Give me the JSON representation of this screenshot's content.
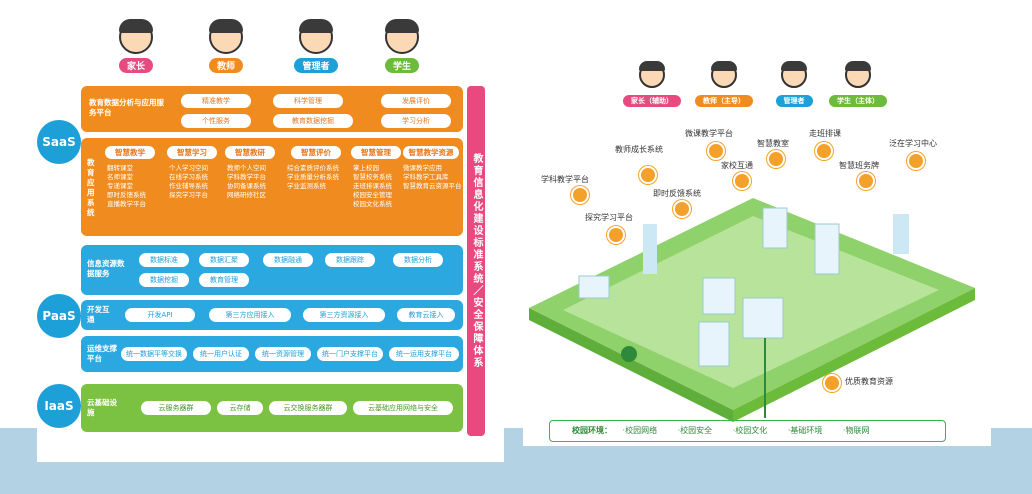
{
  "left": {
    "users": [
      {
        "label": "家长",
        "color": "#e84a7f"
      },
      {
        "label": "教师",
        "color": "#f08c1f"
      },
      {
        "label": "管理者",
        "color": "#1d9fd8"
      },
      {
        "label": "学生",
        "color": "#6dbb3a"
      }
    ],
    "saas": {
      "circle": "SaaS",
      "row1_label": "教育数据分析与应用服务平台",
      "row1_items": [
        "精准教学",
        "科学管理",
        "发展评价",
        "个性服务",
        "教育数据挖掘",
        "学习分析"
      ],
      "row2_label": "教育应用系统",
      "columns": [
        {
          "title": "智慧教学",
          "items": [
            "翻转课堂",
            "名师课堂",
            "专递课堂",
            "即时反馈系统",
            "直播教学平台"
          ]
        },
        {
          "title": "智慧学习",
          "items": [
            "个人学习空间",
            "在线学习系统",
            "作业辅导系统",
            "探究学习平台"
          ]
        },
        {
          "title": "智慧教研",
          "items": [
            "教师个人空间",
            "学科教学平台",
            "协同备课系统",
            "网络研修社区"
          ]
        },
        {
          "title": "智慧评价",
          "items": [
            "综合素质评价系统",
            "学业质量分析系统",
            "学业监测系统"
          ]
        },
        {
          "title": "智慧管理",
          "items": [
            "掌上校园",
            "智慧校务系统",
            "走班排课系统",
            "校园安全管理",
            "校园文化系统"
          ]
        },
        {
          "title": "智慧教学资源",
          "items": [
            "微课教学应用",
            "学科教学工具库",
            "智慧教育云资源平台"
          ]
        }
      ]
    },
    "paas": {
      "circle": "PaaS",
      "row1_label": "信息资源数据服务",
      "row1_items": [
        "数据标准",
        "数据汇聚",
        "数据融通",
        "数据跟踪",
        "数据分析",
        "数据挖掘",
        "教育管理"
      ],
      "row2_label": "开发互通",
      "row2_items": [
        "开发API",
        "第三方应用接入",
        "第三方资源接入",
        "教育云接入"
      ],
      "row3_label": "运维支撑平台",
      "row3_items": [
        "统一数据平等交换",
        "统一用户认证",
        "统一资源管理",
        "统一门户支撑平台",
        "统一运用支撑平台"
      ]
    },
    "iaas": {
      "circle": "IaaS",
      "row_label": "云基础设施",
      "items": [
        "云服务器群",
        "云存储",
        "云交换服务器群",
        "云基础应用网络与安全"
      ]
    },
    "vertical": "教育信息化建设标准系统／安全保障体系"
  },
  "right": {
    "users": [
      {
        "label": "家长（辅助）",
        "color": "#e84a7f"
      },
      {
        "label": "教师（主导）",
        "color": "#f08c1f"
      },
      {
        "label": "管理者",
        "color": "#1d9fd8"
      },
      {
        "label": "学生（主体）",
        "color": "#6dbb3a"
      }
    ],
    "labels": [
      "学科教学平台",
      "探究学习平台",
      "教师成长系统",
      "即时反馈系统",
      "微课教学平台",
      "家校互通",
      "智慧教室",
      "走班排课",
      "智慧班务牌",
      "泛在学习中心",
      "优质教育资源"
    ],
    "env": {
      "title": "校园环境：",
      "items": [
        "·校园网络",
        "·校园安全",
        "·校园文化",
        "·基础环境",
        "·物联网"
      ]
    }
  }
}
